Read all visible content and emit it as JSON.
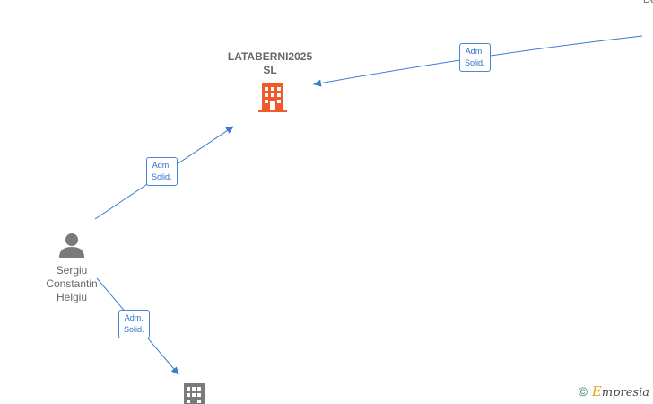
{
  "nodes": {
    "main_company": {
      "name_line1": "LATABERNI2025",
      "name_line2": "SL",
      "color": "#f05a28",
      "icon": "building-icon"
    },
    "person": {
      "name_line1": "Sergiu",
      "name_line2": "Constantin",
      "name_line3": "Helgiu",
      "color": "#7a7a7a",
      "icon": "person-icon"
    },
    "other_company": {
      "color": "#7a7a7a",
      "icon": "building-icon"
    },
    "offscreen_label_fragment": "De"
  },
  "edges": [
    {
      "line1": "Adm.",
      "line2": "Solid."
    },
    {
      "line1": "Adm.",
      "line2": "Solid."
    },
    {
      "line1": "Adm.",
      "line2": "Solid."
    }
  ],
  "edge_color": "#3a7bd5",
  "watermark": {
    "copyright": "©",
    "brand_initial": "E",
    "brand_rest": "mpresia"
  }
}
